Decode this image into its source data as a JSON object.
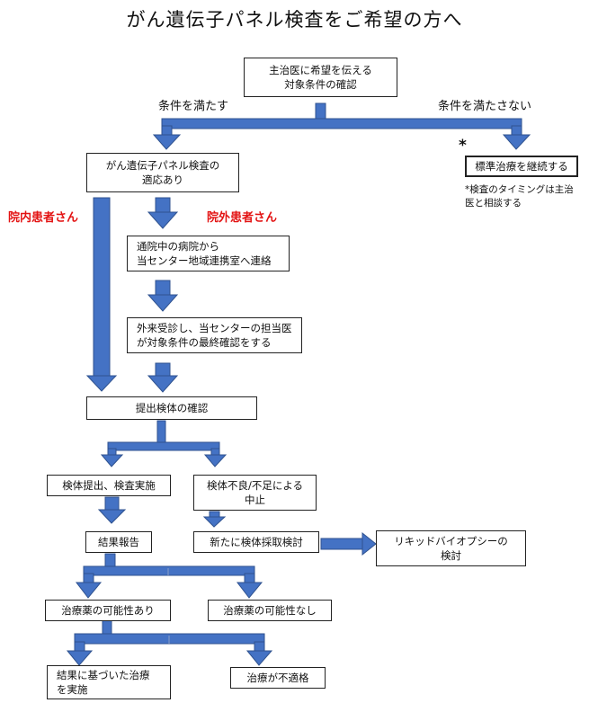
{
  "title": "がん遺伝子パネル検査をご希望の方へ",
  "colors": {
    "arrow": "#4472C4",
    "arrow_stroke": "#2F528F",
    "highlight": "#E31313",
    "box_border": "#222222"
  },
  "labels": {
    "condition_met": "条件を満たす",
    "condition_not_met": "条件を満たさない",
    "asterisk": "*",
    "inpatient": "院内患者さん",
    "outpatient": "院外患者さん"
  },
  "boxes": {
    "request": "主治医に希望を伝える\n対象条件の確認",
    "standard_treatment": "標準治療を継続する",
    "indication": "がん遺伝子パネル検査の\n適応あり",
    "contact_center": "通院中の病院から\n当センター地域連携室へ連絡",
    "final_check": "外来受診し、当センターの担当医\nが対象条件の最終確認をする",
    "specimen_check": "提出検体の確認",
    "submit_test": "検体提出、検査実施",
    "specimen_bad": "検体不良/不足による\n中止",
    "result_report": "結果報告",
    "resample": "新たに検体採取検討",
    "liquid_biopsy": "リキッドバイオプシーの\n検討",
    "drug_possible": "治療薬の可能性あり",
    "drug_none": "治療薬の可能性なし",
    "treatment_based": "結果に基づいた治療\nを実施",
    "not_eligible": "治療が不適格"
  },
  "notes": {
    "timing": "*検査のタイミングは主治\n医と相談する"
  }
}
